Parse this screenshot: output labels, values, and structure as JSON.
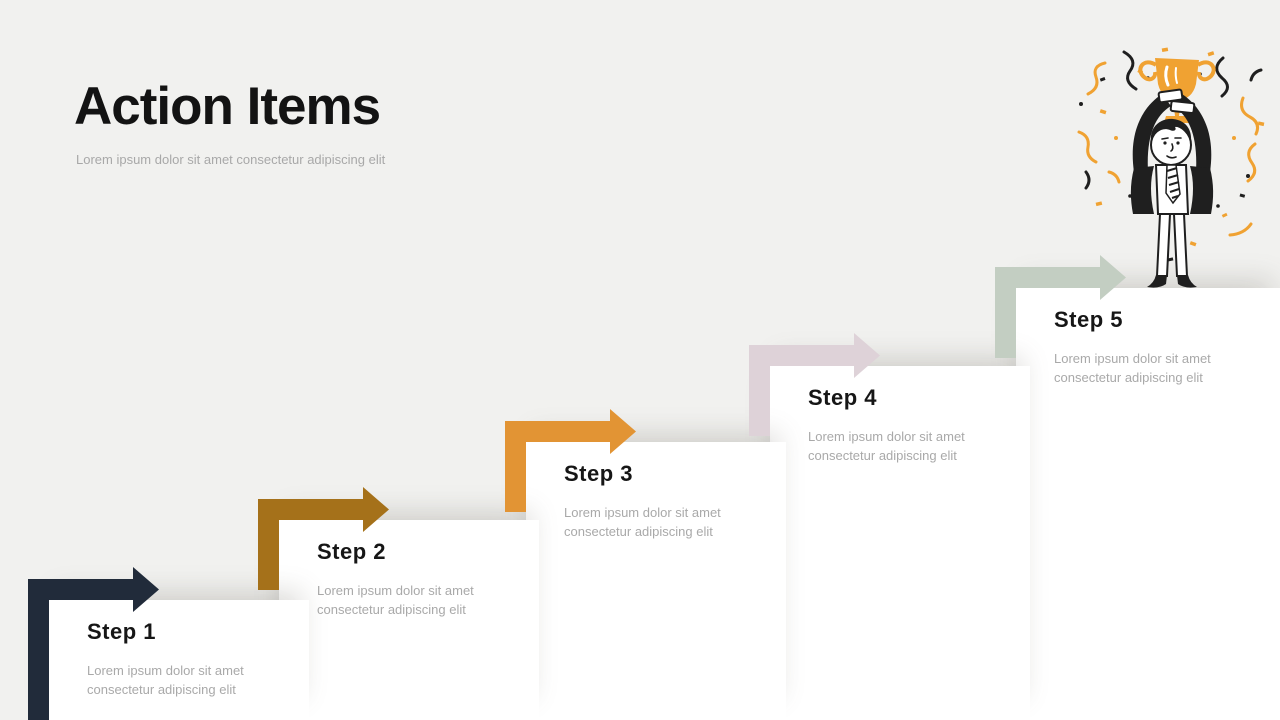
{
  "slide": {
    "title": "Action Items",
    "subtitle": "Lorem ipsum dolor sit amet consectetur adipiscing elit",
    "background_color": "#F1F1EF",
    "card_color": "#FFFFFF"
  },
  "steps": [
    {
      "label": "Step 1",
      "description": "Lorem ipsum dolor sit amet consectetur adipiscing elit",
      "color": "#212B3A"
    },
    {
      "label": "Step 2",
      "description": "Lorem ipsum dolor sit amet consectetur adipiscing elit",
      "color": "#A5711A"
    },
    {
      "label": "Step 3",
      "description": "Lorem ipsum dolor sit amet consectetur adipiscing elit",
      "color": "#E29434"
    },
    {
      "label": "Step 4",
      "description": "Lorem ipsum dolor sit amet consectetur adipiscing elit",
      "color": "#DED2D8"
    },
    {
      "label": "Step 5",
      "description": "Lorem ipsum dolor sit amet consectetur adipiscing elit",
      "color": "#C3CEC2"
    }
  ],
  "text_colors": {
    "heading": "#161616",
    "body_muted": "#A9A9A9"
  },
  "illustration": {
    "name": "man-celebrating-with-trophy-and-confetti",
    "trophy_color": "#F0A232",
    "ink_color": "#1F1F1F",
    "confetti_colors": [
      "#F0A232",
      "#1F1F1F"
    ]
  }
}
